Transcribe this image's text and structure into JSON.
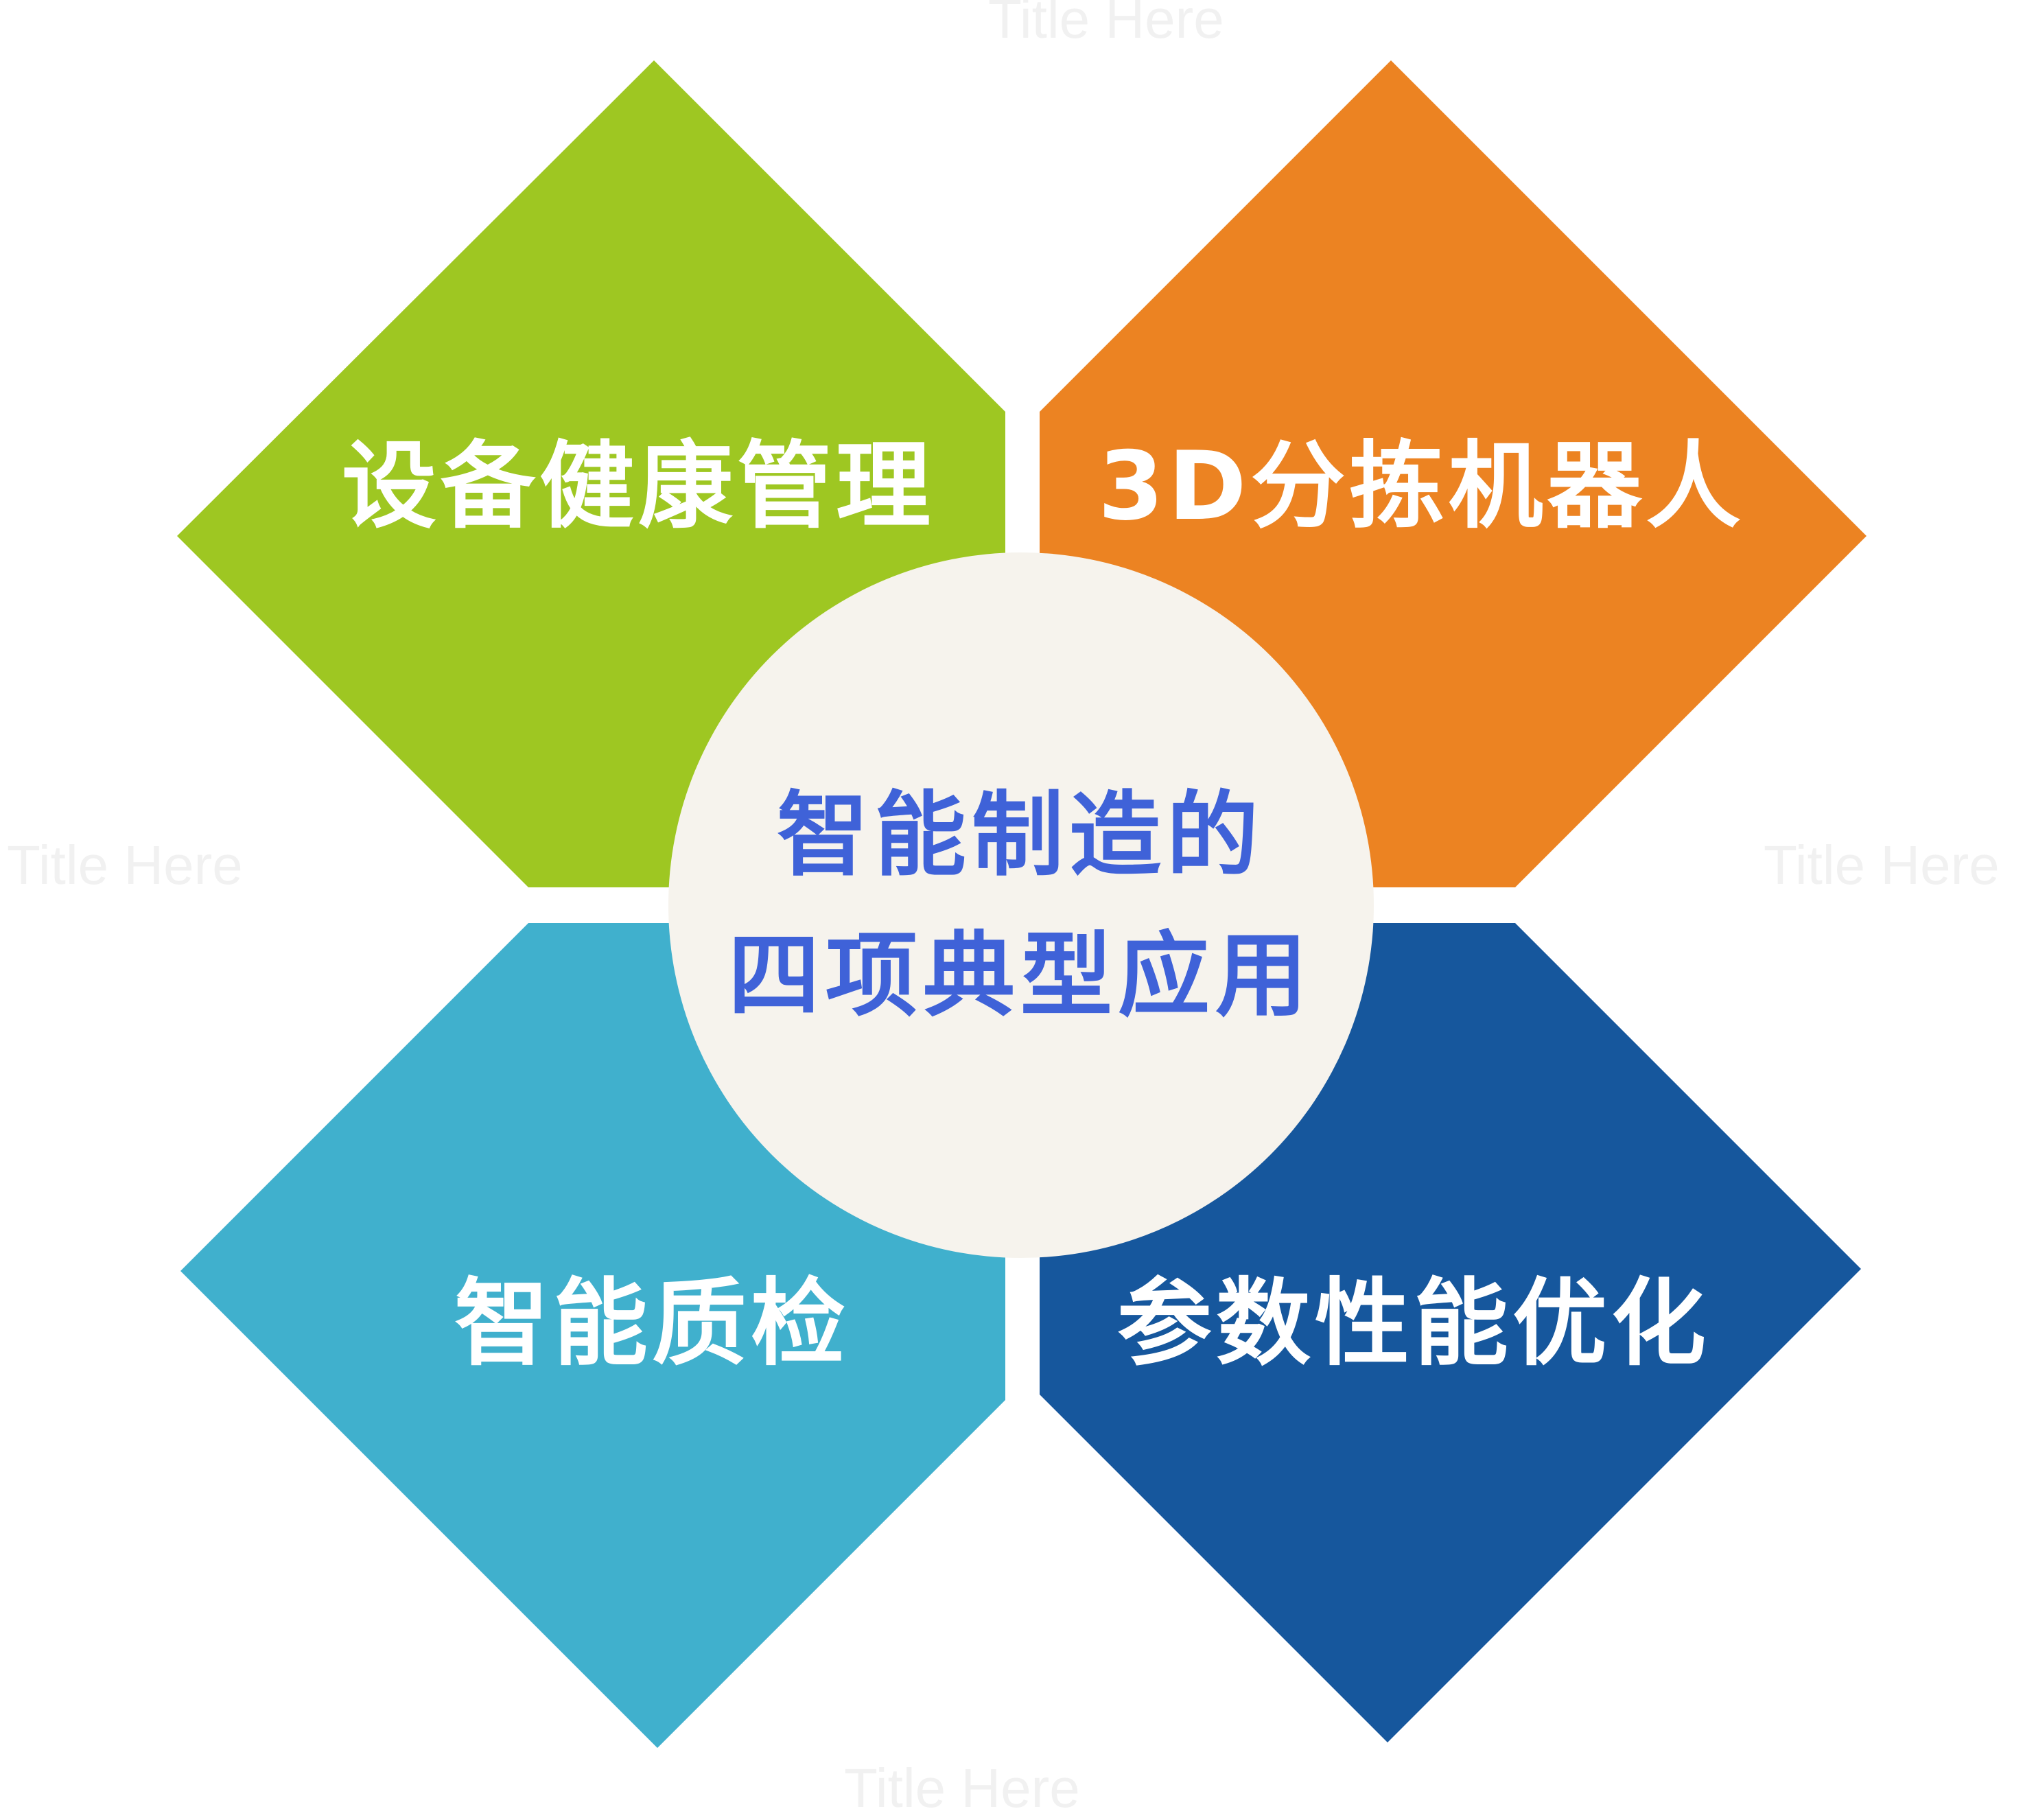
{
  "center": {
    "line1": "智能制造的",
    "line2": "四项典型应用"
  },
  "quadrants": {
    "top_left": "设备健康管理",
    "top_right": "3D分拣机器人",
    "bottom_left": "智能质检",
    "bottom_right": "参数性能优化"
  },
  "watermark_text": "Title Here",
  "colors": {
    "top_left": "#9ec722",
    "top_right": "#ec8322",
    "bottom_left": "#40b0cd",
    "bottom_right": "#16579d",
    "circle": "#f6f3ed",
    "center_text": "#3f62d8"
  }
}
